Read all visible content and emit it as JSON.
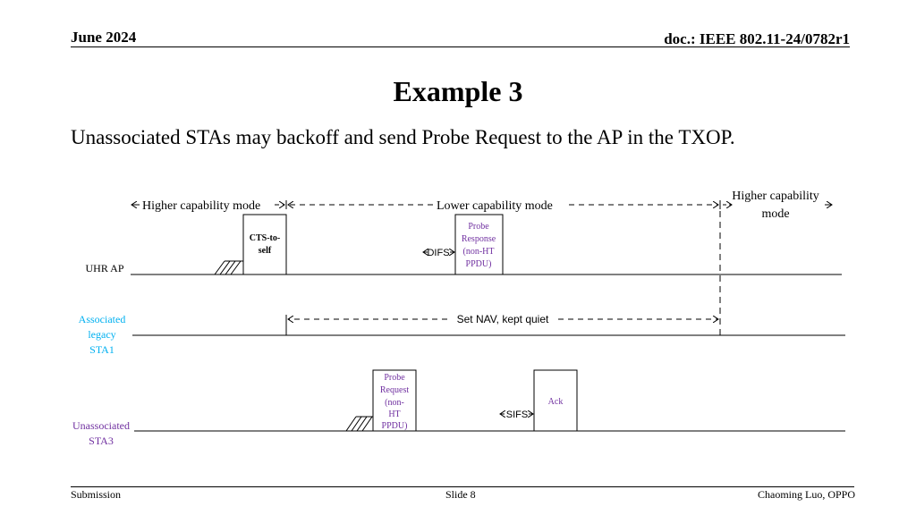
{
  "header": {
    "date": "June 2024",
    "doc": "doc.: IEEE 802.11-24/0782r1"
  },
  "title": "Example 3",
  "subtitle": "Unassociated STAs may backoff and send Probe Request to the AP in the TXOP.",
  "modes": {
    "higher_left": "Higher capability mode",
    "lower": "Lower capability mode",
    "higher_right_line1": "Higher capability",
    "higher_right_line2": "mode"
  },
  "rows": {
    "uhr_ap": "UHR AP",
    "sta1_line1": "Associated",
    "sta1_line2": "legacy",
    "sta1_line3": "STA1",
    "sta3_line1": "Unassociated",
    "sta3_line2": "STA3"
  },
  "frames": {
    "cts_line1": "CTS-to-",
    "cts_line2": "self",
    "probe_resp": [
      "Probe",
      "Response",
      "(non-HT",
      "PPDU)"
    ],
    "probe_req": [
      "Probe",
      "Request",
      "(non-",
      "HT",
      "PPDU)"
    ],
    "ack": "Ack"
  },
  "intervals": {
    "difs": "DIFS",
    "sifs": "SIFS",
    "nav": "Set NAV, kept quiet"
  },
  "colors": {
    "purple": "#7030A0",
    "cyan": "#00B0F0",
    "black": "#000000"
  },
  "footer": {
    "left": "Submission",
    "center": "Slide 8",
    "right": "Chaoming Luo, OPPO"
  }
}
